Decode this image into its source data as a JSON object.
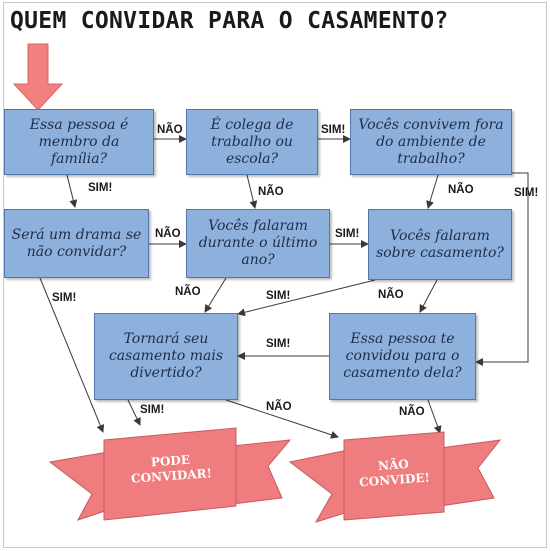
{
  "title": "QUEM CONVIDAR PARA O CASAMENTO?",
  "colors": {
    "box_fill": "#8eb0dc",
    "box_border": "#5277a8",
    "banner": "#ef7d7f",
    "start_arrow": "#f47f7f"
  },
  "nodes": {
    "familia": "Essa pessoa é membro da família?",
    "colega": "É colega de trabalho ou escola?",
    "convivem": "Vocês convivem fora do ambiente de trabalho?",
    "drama": "Será um drama se não convidar?",
    "falaram_ano": "Vocês falaram durante o último ano?",
    "falaram_casamento": "Vocês falaram sobre casamento?",
    "divertido": "Tornará seu casamento mais divertido?",
    "convidou": "Essa pessoa te convidou para o casamento dela?"
  },
  "outcomes": {
    "pode": "PODE CONVIDAR!",
    "nao": "NÃO CONVIDE!"
  },
  "labels": {
    "familia_colega": "NÃO",
    "colega_convivem": "SIM!",
    "convivem_convidou": "SIM!",
    "familia_drama": "SIM!",
    "colega_falaram_ano": "NÃO",
    "convivem_falaram_casamento": "NÃO",
    "drama_falaram_ano": "NÃO",
    "falaram_ano_falaram_casamento": "SIM!",
    "drama_pode": "SIM!",
    "falaram_ano_divertido": "NÃO",
    "falaram_casamento_divertido": "SIM!",
    "falaram_casamento_convidou": "NÃO",
    "convidou_divertido": "SIM!",
    "divertido_pode": "SIM!",
    "divertido_nao": "NÃO",
    "convidou_nao": "NÃO"
  }
}
